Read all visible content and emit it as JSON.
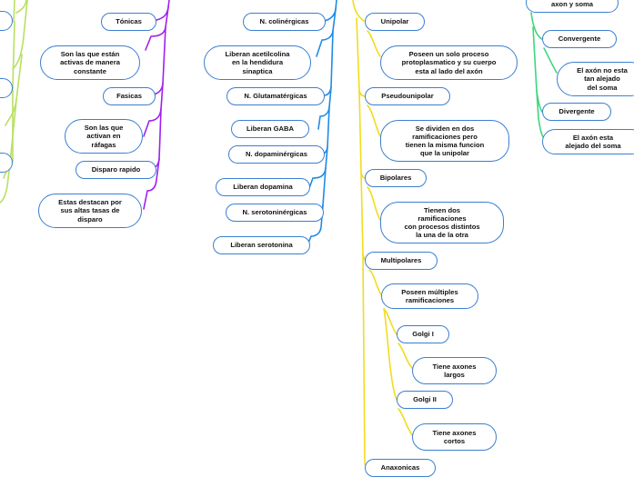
{
  "colors": {
    "purple": "#a020f0",
    "blue": "#1f8ce6",
    "yellow": "#f2dc1e",
    "green": "#3ed67e",
    "lime": "#b8e063",
    "node_border": "#3b7fd1"
  },
  "left_branch": {
    "tonicas": "Tónicas",
    "tonicas_desc": "Son las que están\nactivas de manera\nconstante",
    "fasicas": "Fasicas",
    "fasicas_desc": "Son las que\nactivan en\nráfagas",
    "disparo_rapido": "Disparo rapido",
    "disparo_desc": "Estas destacan por\nsus altas tasas de\ndisparo"
  },
  "neurotransmitters": {
    "colinergicas": "N. colinérgicas",
    "colinergicas_desc": "Liberan acetilcolina\nen la hendidura\nsinaptica",
    "glutamatergicas": "N. Glutamatérgicas",
    "gaba": "Liberan GABA",
    "dopaminergicas": "N. dopaminérgicas",
    "dopamina": "Liberan dopamina",
    "serotoninergicas": "N. serotoninérgicas",
    "serotonina": "Liberan serotonina"
  },
  "morphology": {
    "unipolar": "Unipolar",
    "unipolar_desc": "Poseen un solo proceso\nprotoplasmatico y su cuerpo\nesta al lado del axón",
    "pseudounipolar": "Pseudounipolar",
    "pseudounipolar_desc": "Se dividen en dos\nramificaciones pero\ntienen la misma funcion\nque la unipolar",
    "bipolares": "Bipolares",
    "bipolares_desc": "Tienen dos\nramificaciones\ncon procesos distintos\nla una de la otra",
    "multipolares": "Multipolares",
    "multipolares_desc": "Poseen múltiples\nramificaciones",
    "golgi_i": "Golgi I",
    "golgi_i_desc": "Tiene axones\nlargos",
    "golgi_ii": "Golgi II",
    "golgi_ii_desc": "Tiene axones\ncortos",
    "anaxonicas": "Anaxonicas"
  },
  "right_branch": {
    "axon_soma": "axon y soma",
    "convergente": "Convergente",
    "convergente_desc": "El axón no esta\ntan alejado\ndel soma",
    "divergente": "Divergente",
    "divergente_desc": "El axón esta\nalejado del soma"
  }
}
